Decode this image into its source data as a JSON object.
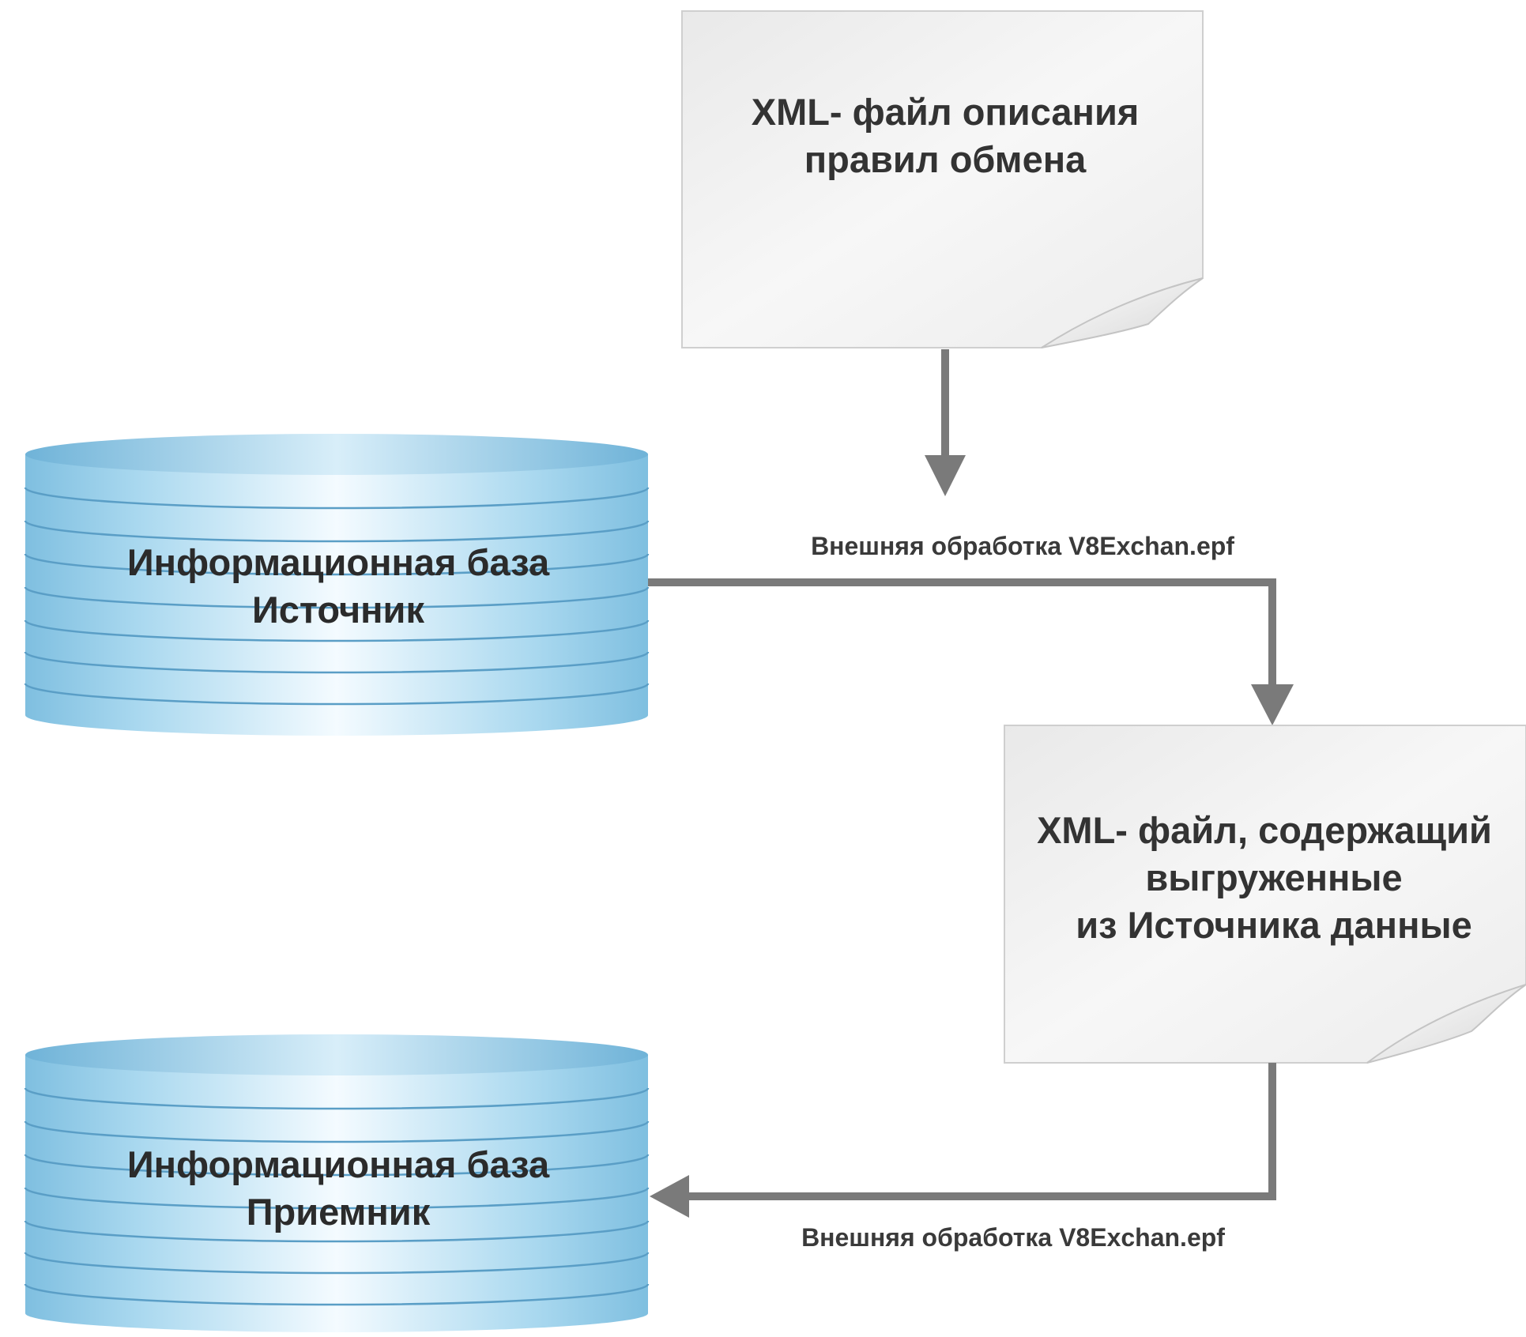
{
  "documents": {
    "rules_file": {
      "line1": "XML- файл описания",
      "line2": "правил обмена"
    },
    "data_file": {
      "line1": "XML- файл, содержащий",
      "line2": "выгруженные",
      "line3": "из Источника данные"
    }
  },
  "databases": {
    "source": {
      "line1": "Информационная база",
      "line2": "Источник"
    },
    "target": {
      "line1": "Информационная база",
      "line2": "Приемник"
    }
  },
  "flows": {
    "export_label": "Внешняя обработка V8Exchan.epf",
    "import_label": "Внешняя обработка V8Exchan.epf"
  },
  "colors": {
    "arrow": "#7a7a7a",
    "database_fill": "#8fc8e6",
    "database_stripe": "#5a9ec6",
    "document_fill": "#f2f2f2"
  }
}
